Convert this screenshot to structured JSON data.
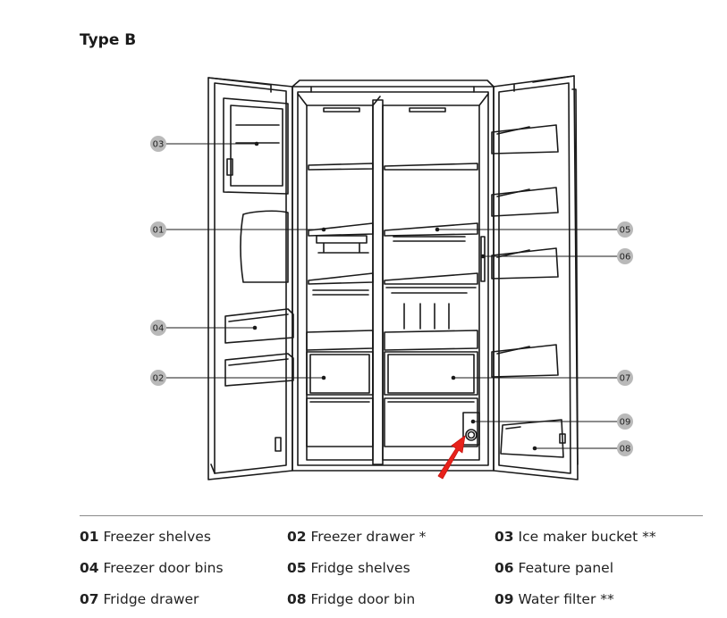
{
  "title": "Type B",
  "callouts": [
    {
      "num": "03"
    },
    {
      "num": "01"
    },
    {
      "num": "04"
    },
    {
      "num": "02"
    },
    {
      "num": "05"
    },
    {
      "num": "06"
    },
    {
      "num": "07"
    },
    {
      "num": "09"
    },
    {
      "num": "08"
    }
  ],
  "legend": [
    {
      "num": "01",
      "label": "Freezer shelves"
    },
    {
      "num": "02",
      "label": "Freezer drawer *"
    },
    {
      "num": "03",
      "label": "Ice maker bucket **"
    },
    {
      "num": "04",
      "label": "Freezer door bins"
    },
    {
      "num": "05",
      "label": "Fridge shelves"
    },
    {
      "num": "06",
      "label": "Feature panel"
    },
    {
      "num": "07",
      "label": "Fridge drawer"
    },
    {
      "num": "08",
      "label": "Fridge door bin"
    },
    {
      "num": "09",
      "label": "Water filter **"
    }
  ],
  "colors": {
    "line": "#1a1a1a",
    "callout_fill": "#b9b9b9",
    "arrow": "#e8221b"
  }
}
